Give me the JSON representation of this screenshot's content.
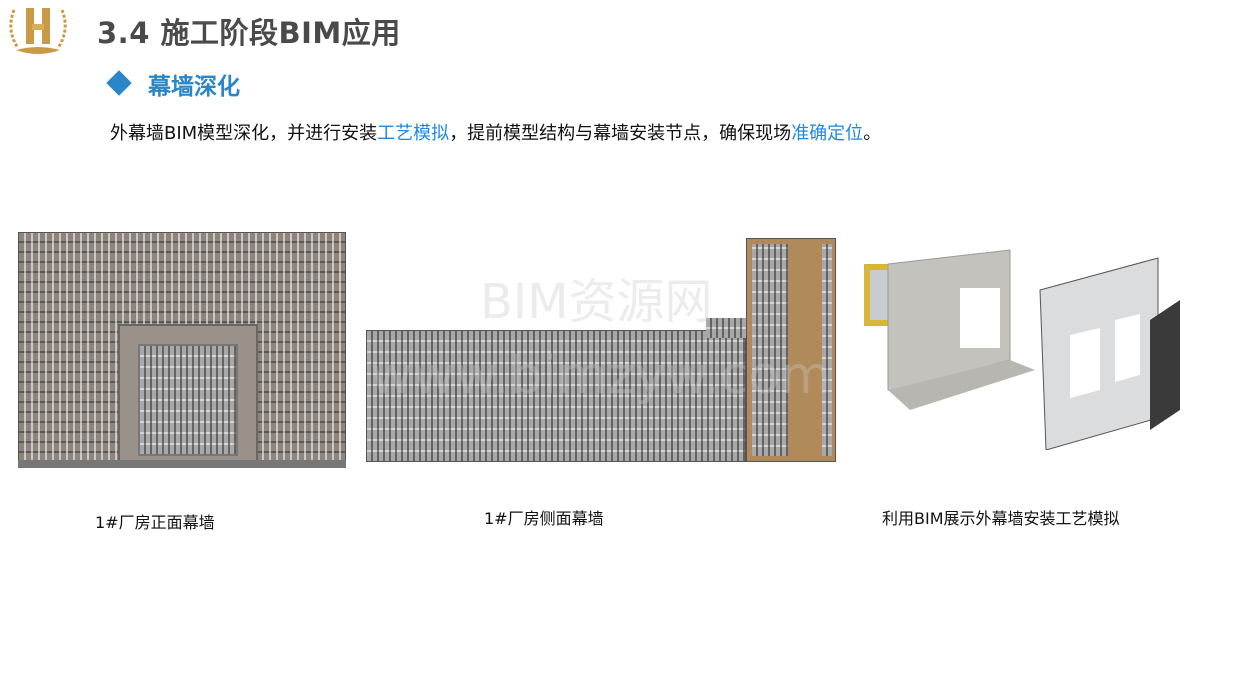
{
  "header": {
    "title": "3.4 施工阶段BIM应用"
  },
  "section": {
    "subtitle": "幕墙深化"
  },
  "description": {
    "part1": "外幕墙BIM模型深化，并进行安装",
    "highlight1": "工艺模拟",
    "part2": "，提前模型结构与幕墙安装节点，确保现场",
    "highlight2": "准确定位",
    "part3": "。"
  },
  "figures": [
    {
      "caption": "1#厂房正面幕墙"
    },
    {
      "caption": "1#厂房侧面幕墙"
    },
    {
      "caption": "利用BIM展示外幕墙安装工艺模拟"
    }
  ],
  "watermark": {
    "line1": "BIM资源网",
    "line2": "www.bimzyw.com"
  },
  "colors": {
    "accent": "#2a86c9",
    "title": "#4a4a4a",
    "highlight": "#1e88e5",
    "logo_gold": "#c99a45"
  }
}
